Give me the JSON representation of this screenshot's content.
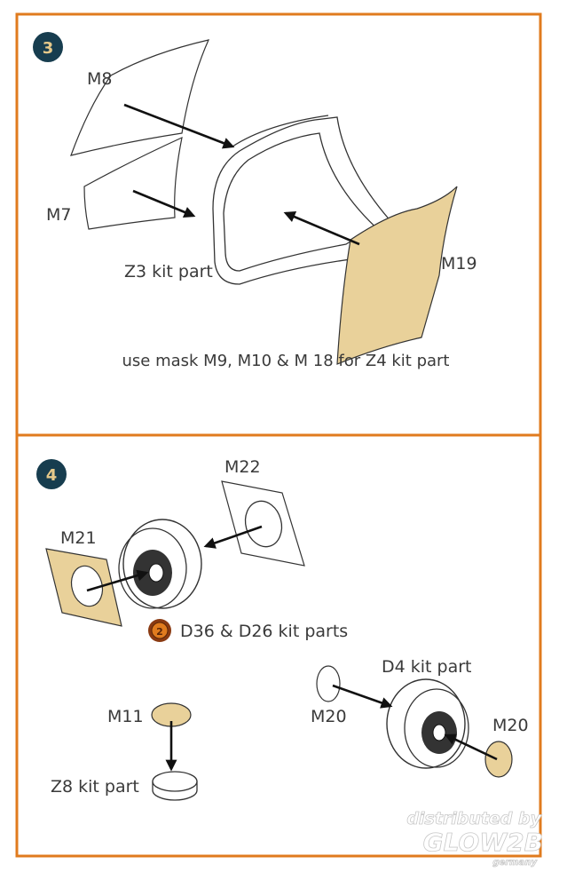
{
  "colors": {
    "frame": "#e07b1e",
    "badge": "#173d4f",
    "mask": "#e9d19a"
  },
  "step3": {
    "number": "3",
    "labels": {
      "m8": "M8",
      "m7": "M7",
      "z3": "Z3 kit part",
      "m19": "M19"
    },
    "note": "use mask M9, M10 & M 18 for Z4 kit part"
  },
  "step4": {
    "number": "4",
    "labels": {
      "m22": "M22",
      "m21": "M21",
      "d36": "D36 & D26 kit parts",
      "part_icon_number": "2",
      "d4": "D4 kit part",
      "m20_left": "M20",
      "m20_right": "M20",
      "m11": "M11",
      "z8": "Z8 kit part"
    }
  },
  "watermark": {
    "line1": "distributed by",
    "line2": "GLOW2B",
    "line3": "germany"
  }
}
